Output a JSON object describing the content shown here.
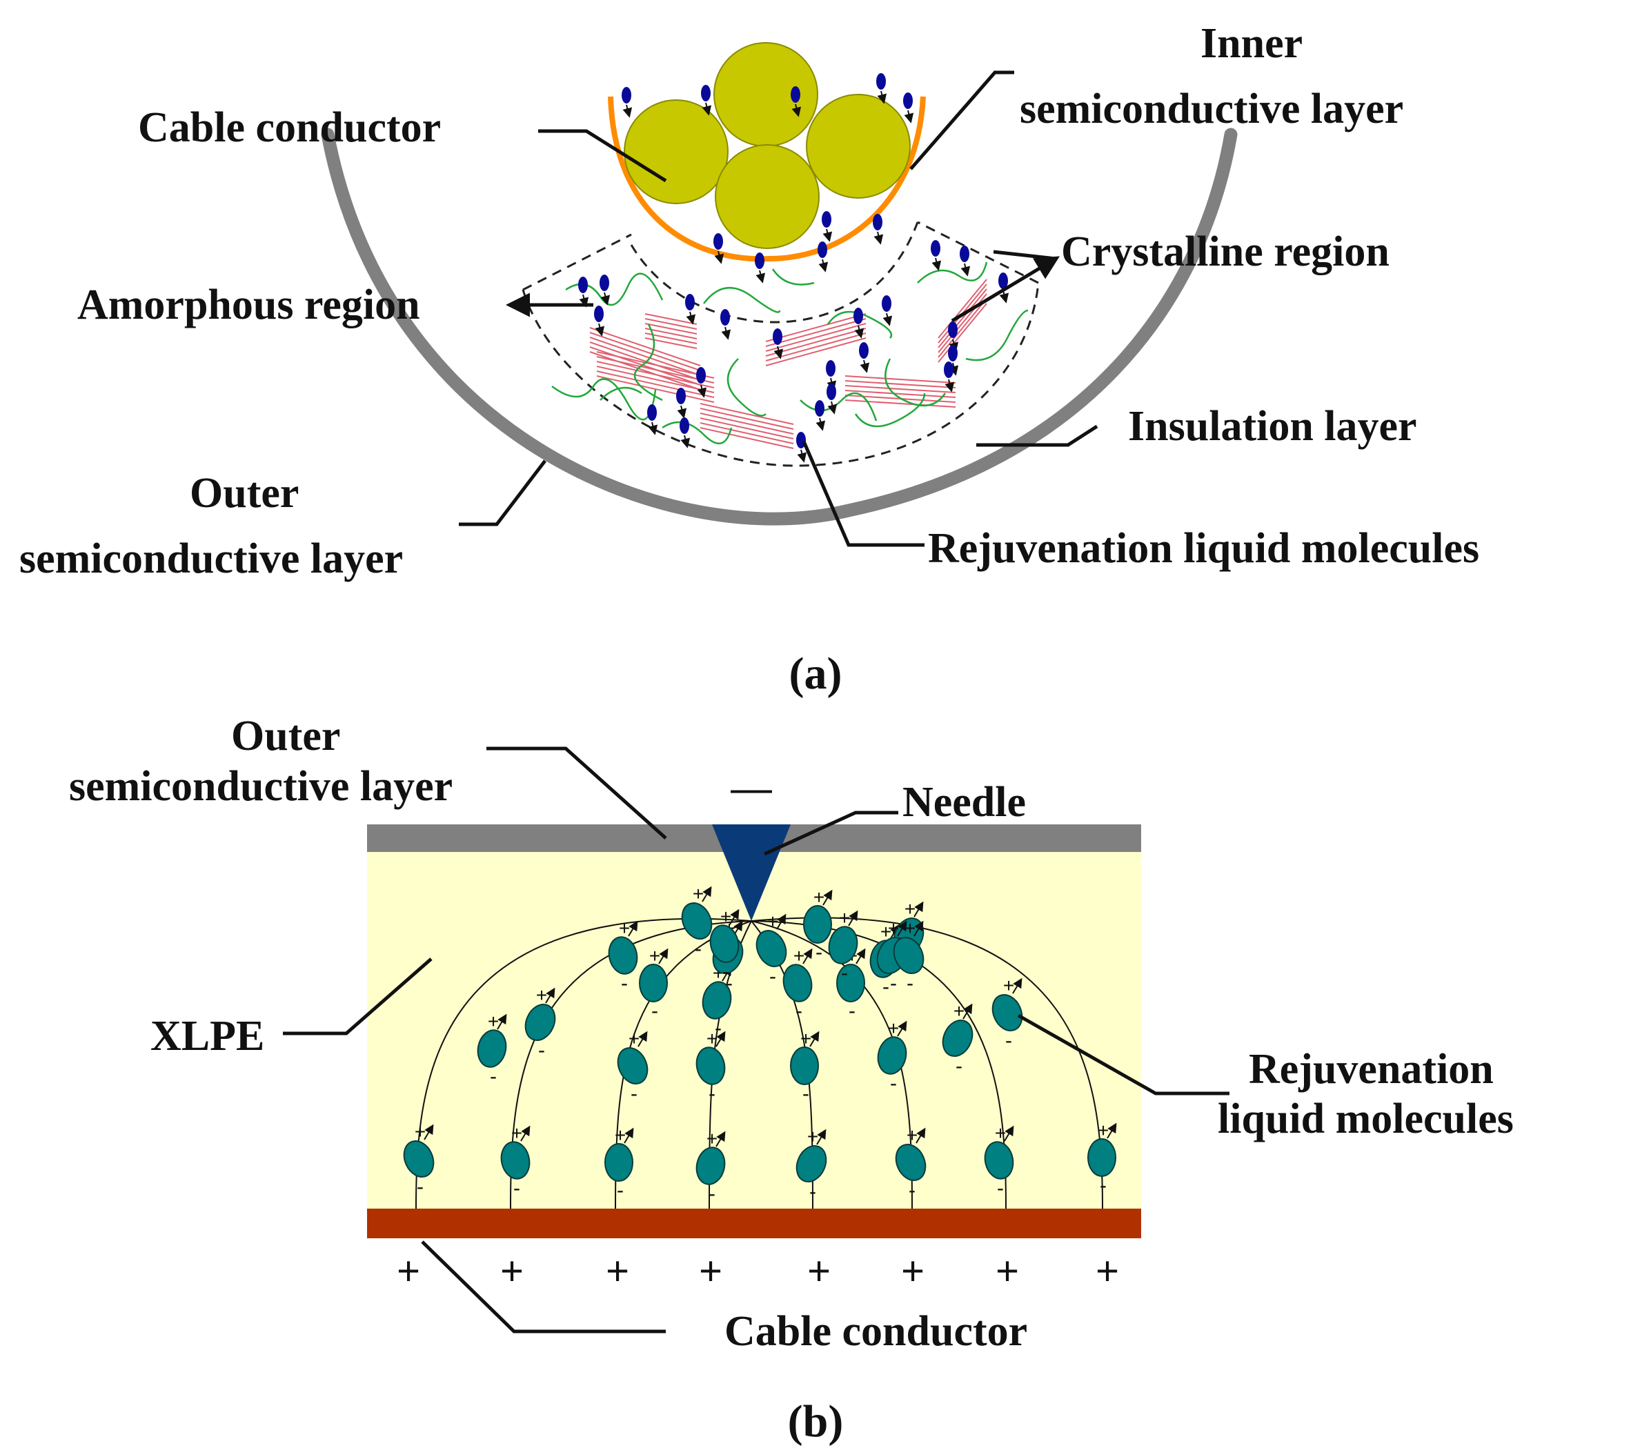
{
  "panel_a": {
    "caption": "(a)",
    "labels": {
      "cable_conductor": "Cable conductor",
      "inner_line1": "Inner",
      "inner_line2": "semiconductive layer",
      "crystalline": "Crystalline region",
      "amorphous": "Amorphous region",
      "insulation": "Insulation layer",
      "outer_line1": "Outer",
      "outer_line2": "semiconductive layer",
      "rejuvenation": "Rejuvenation liquid molecules"
    }
  },
  "panel_b": {
    "caption": "(b)",
    "labels": {
      "outer_line1": "Outer",
      "outer_line2": "semiconductive layer",
      "needle": "Needle",
      "xlpe": "XLPE",
      "rejuvenation_line1": "Rejuvenation",
      "rejuvenation_line2": "liquid molecules",
      "cable_conductor": "Cable conductor"
    },
    "needle_charge": "—",
    "plus_sign": "+",
    "minus_sign": "-",
    "conductor_charges": [
      "+",
      "+",
      "+",
      "+",
      "+",
      "+",
      "+",
      "+"
    ]
  },
  "colors": {
    "conductor_strand": "#C8C800",
    "inner_layer": "#FF8C00",
    "outer_layer": "#808080",
    "molecule_a": "#0A0A9A",
    "polymer_chain": "#22A83A",
    "crystal_lamella": "#E06070",
    "xlpe_fill": "#FFFFCC",
    "needle": "#0A3A78",
    "conductor_bar": "#B03000",
    "molecule_b": "#008080"
  }
}
